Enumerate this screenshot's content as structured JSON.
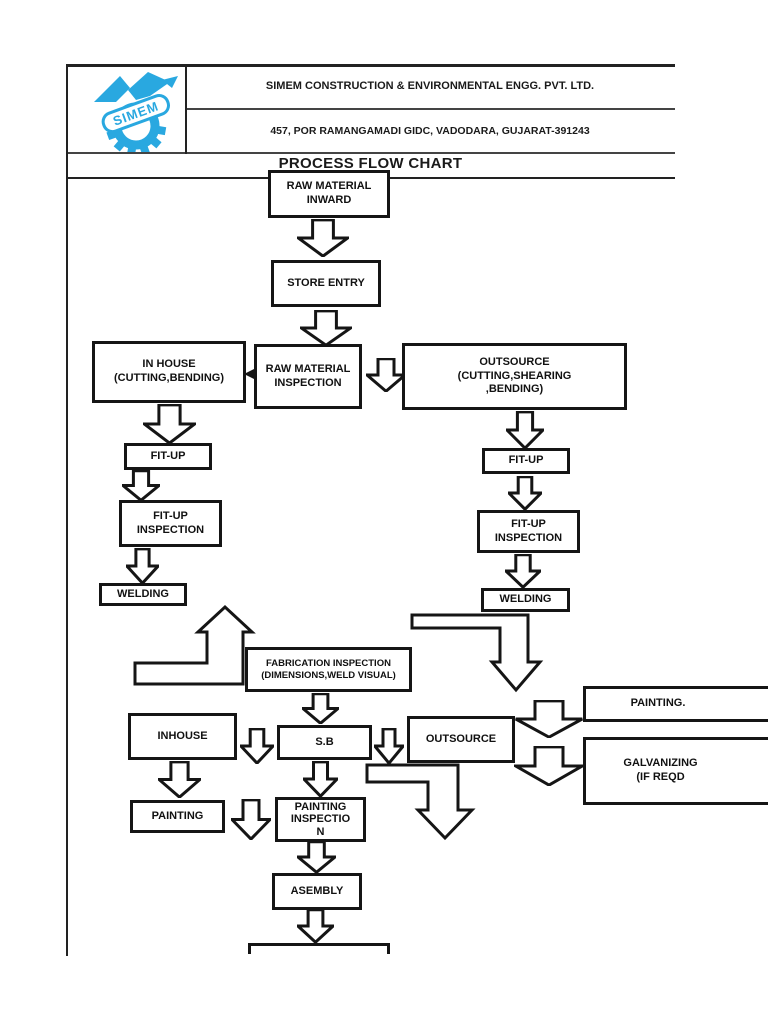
{
  "page": {
    "background": "#ffffff",
    "ink": "#1a1a1a",
    "accent": "#29A8E0"
  },
  "header": {
    "logo_text": "SIMEM",
    "company_name": "SIMEM CONSTRUCTION & ENVIRONMENTAL ENGG. PVT. LTD.",
    "address": "457, POR RAMANGAMADI GIDC, VADODARA, GUJARAT-391243"
  },
  "title": "PROCESS FLOW CHART",
  "flow": {
    "raw_material_inward": "RAW MATERIAL\nINWARD",
    "store_entry": "STORE ENTRY",
    "in_house": "IN HOUSE\n(CUTTING,BENDING)",
    "raw_material_inspection": "RAW MATERIAL\nINSPECTION",
    "outsource_top": "OUTSOURCE\n(CUTTING,SHEARING\n,BENDING)",
    "fit_up_left": "FIT-UP",
    "fit_up_inspection_left": "FIT-UP\nINSPECTION",
    "welding_left": "WELDING",
    "fit_up_right": "FIT-UP",
    "fit_up_inspection_right": "FIT-UP\nINSPECTION",
    "welding_right": "WELDING",
    "fabrication_inspection": "FABRICATION INSPECTION\n(DIMENSIONS,WELD VISUAL)",
    "inhouse": "INHOUSE",
    "sb": "S.B",
    "outsource_mid": "OUTSOURCE",
    "painting_right": "PAINTING.",
    "galvanizing": "GALVANIZING\n(IF REQD",
    "painting": "PAINTING",
    "painting_inspection": "PAINTING\nINSPECTIO\nN",
    "asembly": "ASEMBLY"
  }
}
